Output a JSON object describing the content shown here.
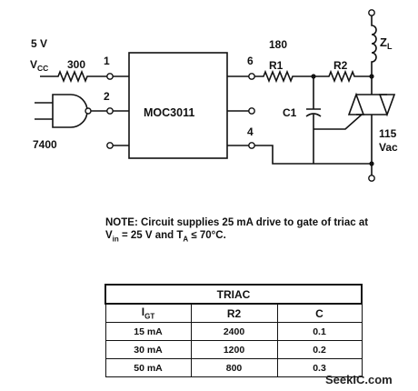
{
  "schematic": {
    "opto_part": "MOC3011",
    "gate_part": "7400",
    "supply_voltage": "5 V",
    "vcc_label": "V",
    "vcc_sub": "CC",
    "resistor_300": "300",
    "pin_1": "1",
    "pin_2": "2",
    "pin_6": "6",
    "pin_4": "4",
    "r1_value": "180",
    "r1_label": "R1",
    "r2_label": "R2",
    "c1_label": "C1",
    "load_label": "Z",
    "load_sub": "L",
    "line_voltage": "115",
    "line_voltage_unit": "Vac"
  },
  "note": {
    "line1": "NOTE: Circuit supplies 25 mA drive to gate of triac at",
    "vin_prefix": "V",
    "vin_sub": "in",
    "vin_rest": " = 25 V and T",
    "ta_sub": "A",
    "ta_rest": " ≤ 70°C."
  },
  "table": {
    "title": "TRIAC",
    "col_igt": "I",
    "col_igt_sub": "GT",
    "col_r2": "R2",
    "col_c": "C",
    "rows": [
      {
        "igt": "15 mA",
        "r2": "2400",
        "c": "0.1"
      },
      {
        "igt": "30 mA",
        "r2": "1200",
        "c": "0.2"
      },
      {
        "igt": "50 mA",
        "r2": "800",
        "c": "0.3"
      }
    ]
  },
  "credit": "SeekIC.com"
}
